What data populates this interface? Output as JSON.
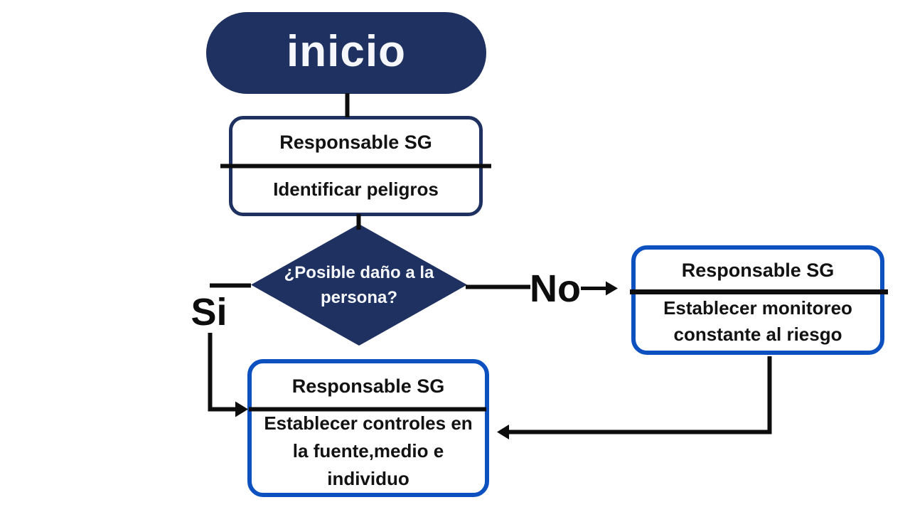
{
  "flowchart": {
    "colors": {
      "navy": "#1f3160",
      "blue": "#0d51c0",
      "line": "#0d0d0d"
    },
    "start": {
      "label": "inicio"
    },
    "step1": {
      "header": "Responsable SG",
      "body": "Identificar peligros"
    },
    "decision": {
      "text": "¿Posible daño a la persona?",
      "lines": [
        "¿Posible daño a la",
        "persona?"
      ]
    },
    "branch_yes_label": "Si",
    "branch_no_label": "No",
    "step_no": {
      "header": "Responsable SG",
      "body": "Establecer monitoreo constante al riesgo",
      "body_lines": [
        "Establecer monitoreo",
        "constante al riesgo"
      ]
    },
    "step_yes": {
      "header": "Responsable SG",
      "body": "Establecer controles en la fuente,medio e individuo",
      "body_lines": [
        "Establecer controles en",
        "la fuente,medio e",
        "individuo"
      ]
    }
  }
}
